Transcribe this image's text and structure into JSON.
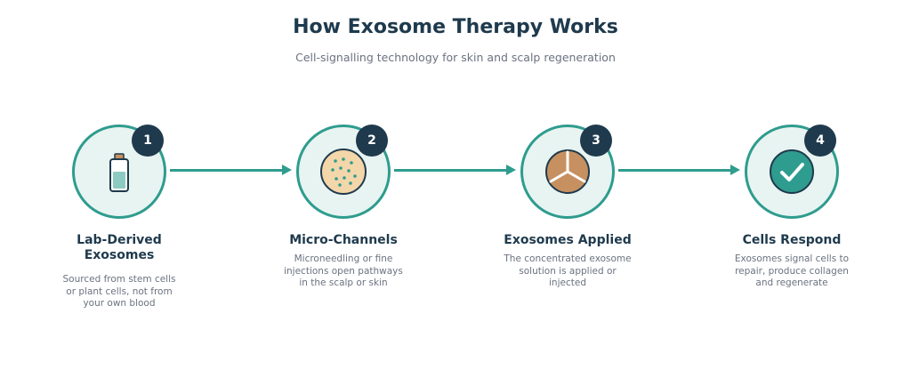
{
  "header": {
    "title": "How Exosome Therapy Works",
    "subtitle": "Cell-signalling technology for skin and scalp regeneration"
  },
  "colors": {
    "accent": "#2e9c8e",
    "ring_fill": "#e8f4f1",
    "dark": "#1f3a4d",
    "muted_text": "#6b7280",
    "vial_liquid": "#8ccbc2",
    "skin_tan": "#f3d6a9",
    "exosome_orange": "#c79060"
  },
  "steps": [
    {
      "number": "1",
      "icon": "vial-icon",
      "title_line1": "Lab-Derived",
      "title_line2": "Exosomes",
      "desc": [
        "Sourced from stem cells",
        "or plant cells, not from",
        "your own blood"
      ]
    },
    {
      "number": "2",
      "icon": "microchannel-dish-icon",
      "title_line1": "Micro-Channels",
      "title_line2": "",
      "desc": [
        "Microneedling or fine",
        "injections open pathways",
        "in the scalp or skin"
      ]
    },
    {
      "number": "3",
      "icon": "exosome-split-icon",
      "title_line1": "Exosomes Applied",
      "title_line2": "",
      "desc": [
        "The concentrated exosome",
        "solution is applied or",
        "injected"
      ]
    },
    {
      "number": "4",
      "icon": "checkmark-icon",
      "title_line1": "Cells Respond",
      "title_line2": "",
      "desc": [
        "Exosomes signal cells to",
        "repair, produce collagen",
        "and regenerate"
      ]
    }
  ]
}
